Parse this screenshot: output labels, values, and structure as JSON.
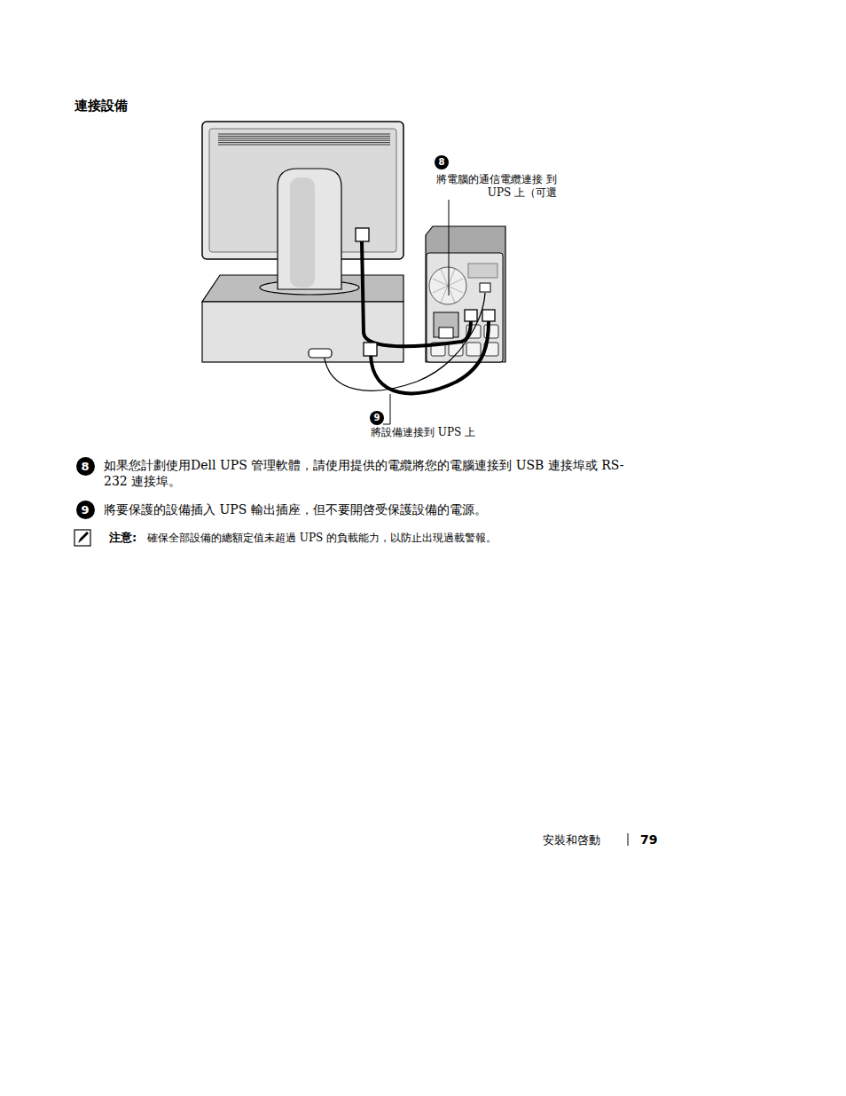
{
  "diagram": {
    "title": "連接設備",
    "nodes": [
      {
        "text": [
          "8"
        ]
      },
      {
        "text": [
          "9"
        ]
      },
      {
        "text": [
          "8"
        ]
      },
      {
        "text": [
          "9"
        ]
      }
    ],
    "labels": [
      "將電腦的通信電纜連接 到 UPS 上（可選",
      "將設備連接到 UPS 上",
      "如果您計劃使用Dell UPS 管理軟體，請使用提供的電纜將您的電腦連接到 USB 連接埠或 RS-232 連接埠。",
      "將要保護的設備插入 UPS 輸出插座，但不要開啓受保護設備的電源。",
      "注意:",
      "確保全部設備的總額定值未超過 UPS 的負載能力，以防止出現過載警報。",
      "安裝和啓動",
      "79"
    ]
  }
}
